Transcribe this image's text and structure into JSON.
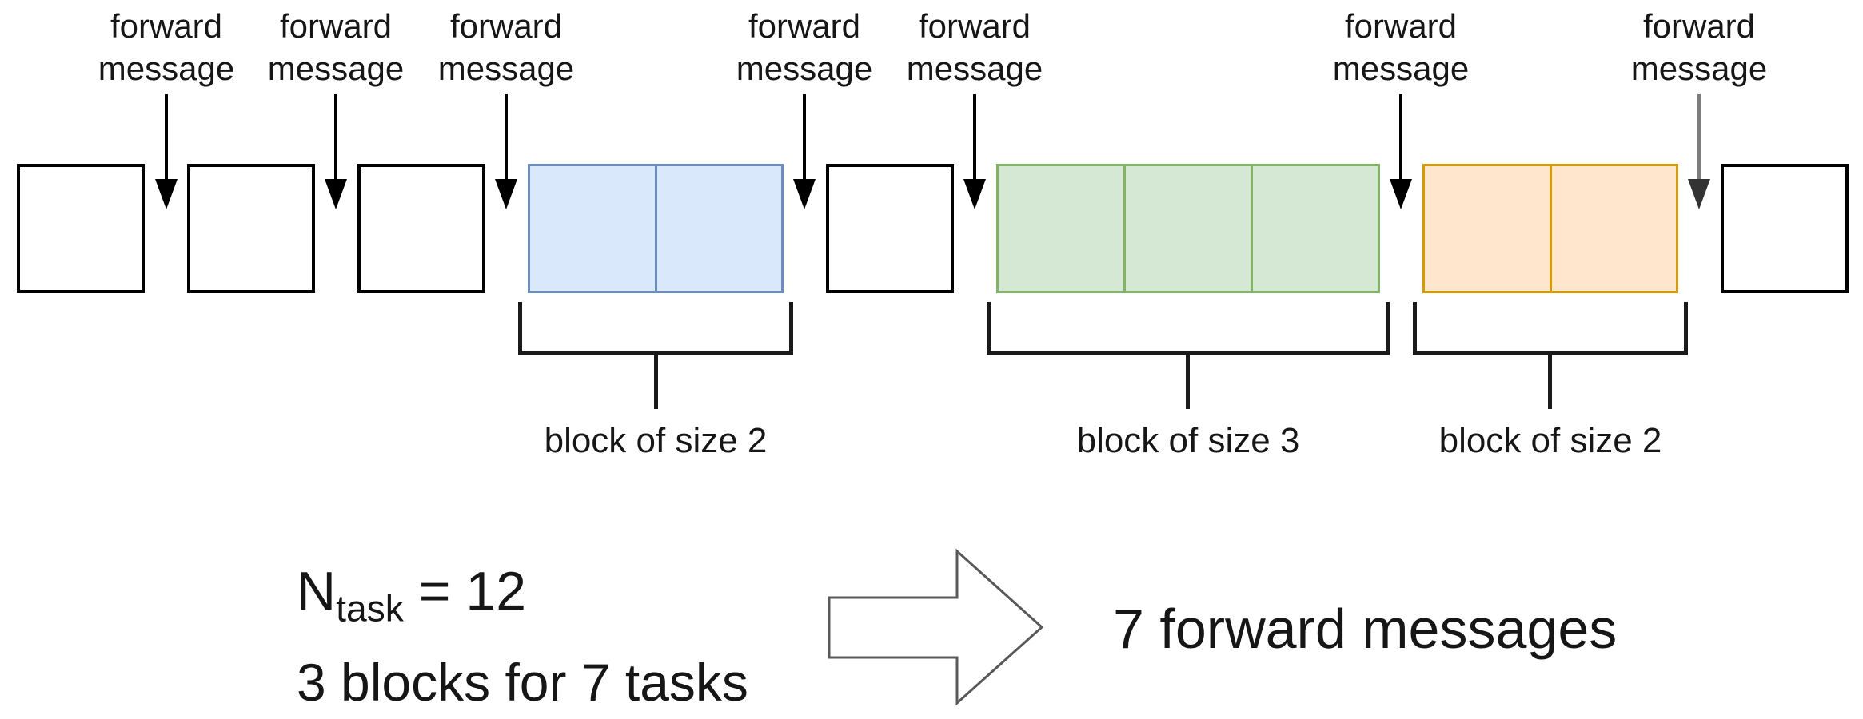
{
  "colors": {
    "blue_fill": "#dae8fc",
    "blue_stroke": "#6c8ebf",
    "green_fill": "#d5e8d4",
    "green_stroke": "#82b366",
    "orange_fill": "#ffe6cc",
    "orange_stroke": "#d79b00",
    "arrow_black": "#000000",
    "arrow_gray_shaft": "#7d7d7d",
    "arrow_gray_head": "#333333",
    "big_arrow_stroke": "#595959",
    "big_arrow_fill": "#ffffff"
  },
  "forward_labels": [
    {
      "line1": "forward",
      "line2": "message"
    },
    {
      "line1": "forward",
      "line2": "message"
    },
    {
      "line1": "forward",
      "line2": "message"
    },
    {
      "line1": "forward",
      "line2": "message"
    },
    {
      "line1": "forward",
      "line2": "message"
    },
    {
      "line1": "forward",
      "line2": "message"
    },
    {
      "line1": "forward",
      "line2": "message"
    }
  ],
  "blocks": [
    {
      "label": "block of size 2",
      "size": 2,
      "color_name": "blue"
    },
    {
      "label": "block of size 3",
      "size": 3,
      "color_name": "green"
    },
    {
      "label": "block of size 2",
      "size": 2,
      "color_name": "orange"
    }
  ],
  "summary": {
    "n_symbol": "N",
    "n_subscript": "task",
    "n_value": " = 12",
    "blocks_line": "3 blocks for 7 tasks",
    "result": "7 forward messages"
  }
}
